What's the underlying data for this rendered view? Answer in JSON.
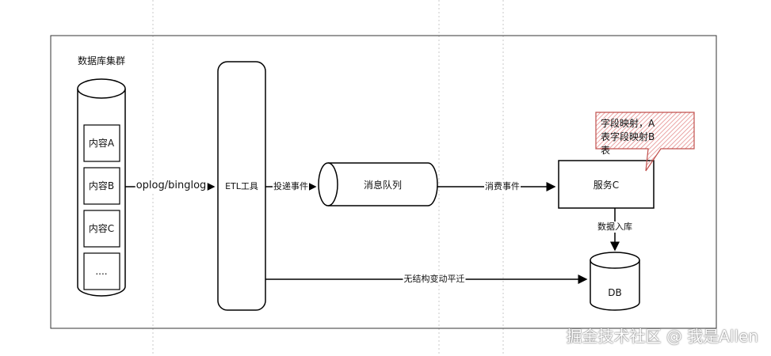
{
  "cluster": {
    "title": "数据库集群",
    "items": [
      "内容A",
      "内容B",
      "内容C",
      "...."
    ]
  },
  "edges": {
    "oplog": "oplog/binglog",
    "deliver": "投递事件",
    "consume": "消费事件",
    "db_write": "数据入库",
    "migrate": "无结构变动平迁"
  },
  "nodes": {
    "etl": "ETL工具",
    "queue": "消息队列",
    "service": "服务C",
    "db": "DB"
  },
  "callout": {
    "text": "字段映射，A表字段映射B表",
    "fill": "#e8a0a0",
    "border": "#c0504d"
  },
  "watermark": "掘金技术社区 @ 我是Allen"
}
